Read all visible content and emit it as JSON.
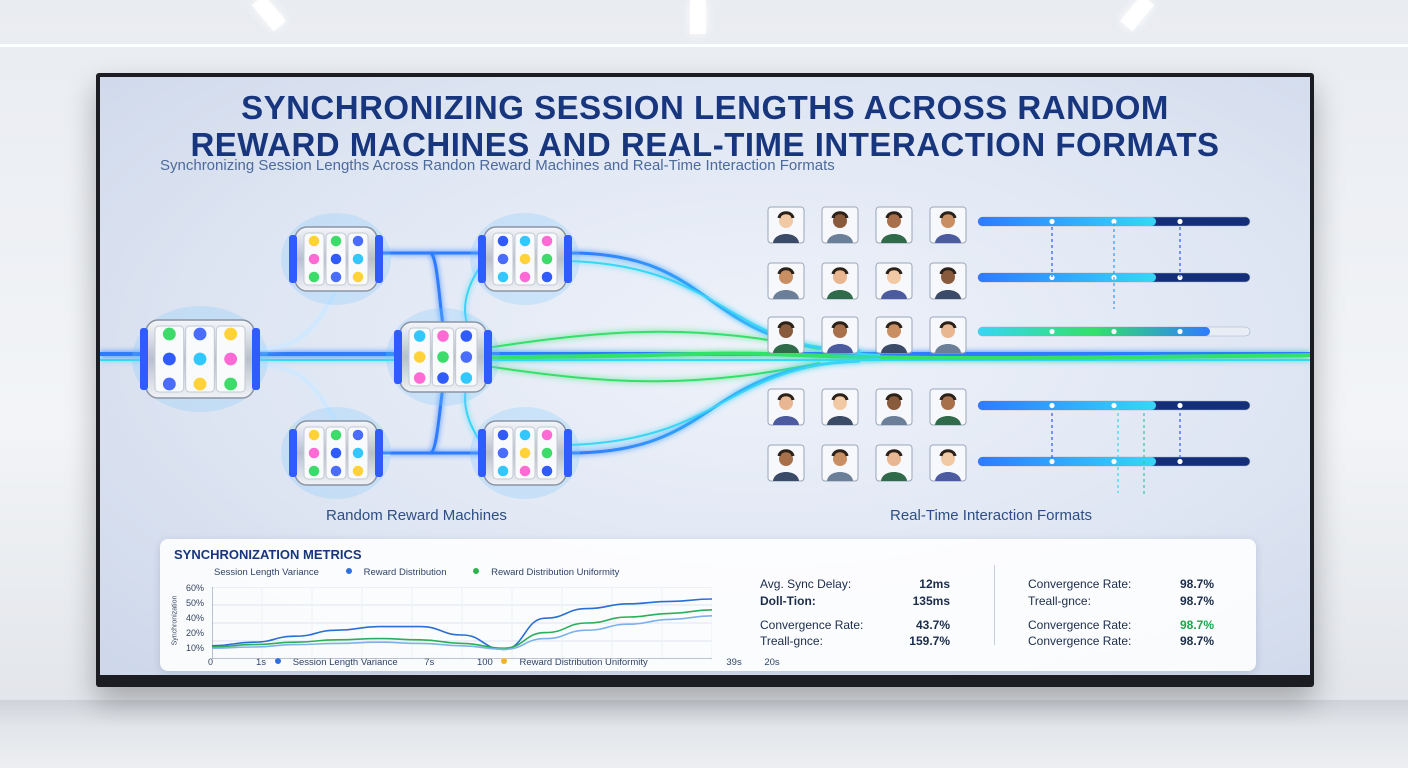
{
  "title": {
    "line1": "SYNCHRONIZING SESSION LENGTHS ACROSS RANDOM",
    "line2": "REWARD MACHINES AND REAL-TIME INTERACTION FORMATS"
  },
  "subtitle": "Synchronizing Session Lengths Across Randon Reward Machines and Real-Time Interaction Formats",
  "captions": {
    "machines": "Random Reward Machines",
    "interaction": "Real-Time Interaction Formats"
  },
  "icons": {
    "slot_machine": "slot-machine-icon",
    "participant": "person-avatar-icon",
    "symbols": [
      "star",
      "question-mark",
      "bell",
      "gem"
    ]
  },
  "colors": {
    "title": "#17367e",
    "stream_blue": "#2f7bff",
    "stream_green": "#33e06a",
    "stream_cyan": "#38d6f5",
    "bar_dark": "#142f78"
  },
  "metrics": {
    "title": "SYNCHRONIZATION METRICS",
    "legend_top": [
      {
        "label": "Session Length Variance",
        "color": ""
      },
      {
        "label": "Reward Distribution",
        "color": "#2f6fe0"
      },
      {
        "label": "Reward Distribution Uniformity",
        "color": "#2db34a"
      }
    ],
    "legend_bottom": [
      {
        "label": "Session Length Variance",
        "color": "#2f6fe0"
      },
      {
        "label": "Reward Distribution Uniformity",
        "color": "#f0b429"
      }
    ],
    "y_ticks": [
      "60%",
      "50%",
      "40%",
      "20%",
      "10%"
    ],
    "y_axis_label": "Synchronization",
    "x_ticks": [
      "0",
      "1s",
      "7s",
      "100",
      "39s",
      "20s"
    ],
    "stats_left": [
      {
        "label": "Avg. Sync Delay:",
        "value": "12ms"
      },
      {
        "label": "Doll-Tion:",
        "value": "135ms"
      },
      {
        "label": "Convergence Rate:",
        "value": "43.7%"
      },
      {
        "label": "Treall-gnce:",
        "value": "159.7%"
      }
    ],
    "stats_right": [
      {
        "label": "Convergence Rate:",
        "value": "98.7%"
      },
      {
        "label": "Treall-gnce:",
        "value": "98.7%"
      },
      {
        "label": "Convergence Rate:",
        "value": "98.7%",
        "accent": "#1fa54a"
      },
      {
        "label": "Convergence Rate:",
        "value": "98.7%"
      }
    ]
  },
  "chart_data": {
    "type": "line",
    "x": [
      0,
      1,
      2,
      3,
      4,
      5,
      6,
      7,
      8,
      9,
      10,
      11,
      12
    ],
    "series": [
      {
        "name": "Session Length Variance",
        "values": [
          11,
          14,
          19,
          24,
          27,
          27,
          20,
          8,
          34,
          42,
          46,
          48,
          50
        ]
      },
      {
        "name": "Reward Distribution Uniformity",
        "values": [
          10,
          12,
          14,
          16,
          17,
          16,
          13,
          9,
          22,
          30,
          35,
          38,
          41
        ]
      },
      {
        "name": "Reward Distribution",
        "values": [
          9,
          10,
          12,
          13,
          14,
          13,
          11,
          8,
          17,
          24,
          29,
          33,
          36
        ]
      }
    ],
    "ylim": [
      0,
      60
    ],
    "grid": true
  }
}
